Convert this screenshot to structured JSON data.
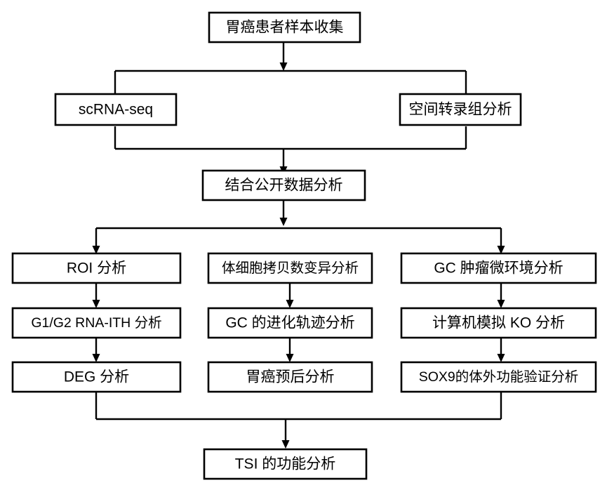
{
  "diagram": {
    "title_text": "",
    "type": "flowchart",
    "orientation": "top-to-bottom",
    "colors": {
      "box_stroke": "#000000",
      "box_fill": "#ffffff",
      "connector": "#000000",
      "text": "#000000",
      "background": "#ffffff"
    },
    "nodes": [
      {
        "id": "n1",
        "label": "胃癌患者样本收集",
        "level": 0,
        "column": "center"
      },
      {
        "id": "n2",
        "label": "scRNA-seq",
        "level": 1,
        "column": "left"
      },
      {
        "id": "n3",
        "label": "空间转录组分析",
        "level": 1,
        "column": "right"
      },
      {
        "id": "n4",
        "label": "结合公开数据分析",
        "level": 2,
        "column": "center"
      },
      {
        "id": "n5",
        "label": "ROI 分析",
        "level": 3,
        "column": "left"
      },
      {
        "id": "n6",
        "label": "体细胞拷贝数变异分析",
        "level": 3,
        "column": "middle"
      },
      {
        "id": "n7",
        "label": "GC 肿瘤微环境分析",
        "level": 3,
        "column": "right"
      },
      {
        "id": "n8",
        "label": "G1/G2 RNA-ITH 分析",
        "level": 4,
        "column": "left"
      },
      {
        "id": "n9",
        "label": "GC 的进化轨迹分析",
        "level": 4,
        "column": "middle"
      },
      {
        "id": "n10",
        "label": "计算机模拟 KO 分析",
        "level": 4,
        "column": "right"
      },
      {
        "id": "n11",
        "label": "DEG 分析",
        "level": 5,
        "column": "left"
      },
      {
        "id": "n12",
        "label": "胃癌预后分析",
        "level": 5,
        "column": "middle"
      },
      {
        "id": "n13",
        "label": "SOX9的体外功能验证分析",
        "level": 5,
        "column": "right"
      },
      {
        "id": "n14",
        "label": "TSI 的功能分析",
        "level": 6,
        "column": "center"
      }
    ],
    "edges": [
      {
        "from": "n1",
        "to": "n2",
        "style": "split-bus",
        "arrow": false
      },
      {
        "from": "n1",
        "to": "n3",
        "style": "split-bus",
        "arrow": false
      },
      {
        "from": "n2",
        "to": "n4",
        "style": "merge-bus",
        "arrow": true
      },
      {
        "from": "n3",
        "to": "n4",
        "style": "merge-bus",
        "arrow": true
      },
      {
        "from": "n4",
        "to": "n5",
        "style": "split-bus",
        "arrow": true
      },
      {
        "from": "n4",
        "to": "n6",
        "style": "split-bus",
        "arrow": true
      },
      {
        "from": "n4",
        "to": "n7",
        "style": "split-bus",
        "arrow": true
      },
      {
        "from": "n5",
        "to": "n8",
        "style": "straight",
        "arrow": true
      },
      {
        "from": "n6",
        "to": "n9",
        "style": "straight",
        "arrow": true
      },
      {
        "from": "n7",
        "to": "n10",
        "style": "straight",
        "arrow": true
      },
      {
        "from": "n8",
        "to": "n11",
        "style": "straight",
        "arrow": true
      },
      {
        "from": "n9",
        "to": "n12",
        "style": "straight",
        "arrow": true
      },
      {
        "from": "n10",
        "to": "n13",
        "style": "straight",
        "arrow": true
      },
      {
        "from": "n11",
        "to": "n14",
        "style": "merge-bus",
        "arrow": true
      },
      {
        "from": "n12",
        "to": "n14",
        "style": "merge-bus",
        "arrow": true
      },
      {
        "from": "n13",
        "to": "n14",
        "style": "merge-bus",
        "arrow": true
      }
    ]
  }
}
